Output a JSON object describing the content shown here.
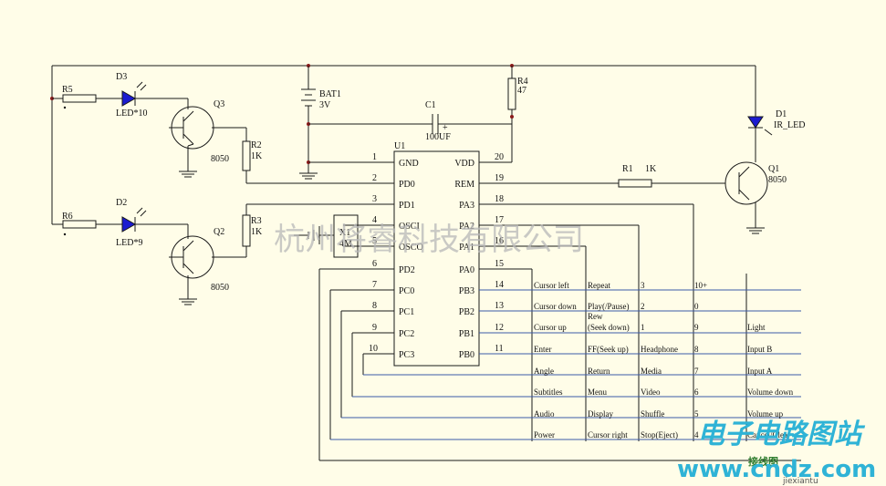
{
  "components": {
    "bat1": {
      "ref": "BAT1",
      "value": "3V"
    },
    "c1": {
      "ref": "C1",
      "value": "100UF",
      "plus": "+"
    },
    "r4": {
      "ref": "R4",
      "value": "47"
    },
    "r5": {
      "ref": "R5"
    },
    "r6": {
      "ref": "R6"
    },
    "d3": {
      "ref": "D3",
      "value": "LED*10"
    },
    "d2": {
      "ref": "D2",
      "value": "LED*9"
    },
    "q3": {
      "ref": "Q3",
      "value": "8050"
    },
    "q2": {
      "ref": "Q2",
      "value": "8050"
    },
    "r2": {
      "ref": "R2",
      "value": "1K"
    },
    "r3": {
      "ref": "R3",
      "value": "1K"
    },
    "u1": {
      "ref": "U1"
    },
    "x1": {
      "ref": "X1",
      "value": "4M"
    },
    "r1": {
      "ref": "R1",
      "value": "1K"
    },
    "d1": {
      "ref": "D1",
      "value": "IR_LED"
    },
    "q1": {
      "ref": "Q1",
      "value": "8050"
    }
  },
  "ic_left_pins": [
    {
      "num": "1",
      "name": "GND"
    },
    {
      "num": "2",
      "name": "PD0"
    },
    {
      "num": "3",
      "name": "PD1"
    },
    {
      "num": "4",
      "name": "OSCI"
    },
    {
      "num": "5",
      "name": "OSCO"
    },
    {
      "num": "6",
      "name": "PD2"
    },
    {
      "num": "7",
      "name": "PC0"
    },
    {
      "num": "8",
      "name": "PC1"
    },
    {
      "num": "9",
      "name": "PC2"
    },
    {
      "num": "10",
      "name": "PC3"
    }
  ],
  "ic_right_pins": [
    {
      "num": "20",
      "name": "VDD"
    },
    {
      "num": "19",
      "name": "REM"
    },
    {
      "num": "18",
      "name": "PA3"
    },
    {
      "num": "17",
      "name": "PA2"
    },
    {
      "num": "16",
      "name": "PA1"
    },
    {
      "num": "15",
      "name": "PA0"
    },
    {
      "num": "14",
      "name": "PB3"
    },
    {
      "num": "13",
      "name": "PB2"
    },
    {
      "num": "12",
      "name": "PB1"
    },
    {
      "num": "11",
      "name": "PB0"
    }
  ],
  "key_matrix": {
    "col1": [
      "Cursor left",
      "Cursor down",
      "Cursor up",
      "Enter",
      "Angle",
      "Subtitles",
      "Audio",
      "Power"
    ],
    "col2": [
      "Repeat",
      "Play(/Pause)",
      "Rew (Seek down)",
      "FF(Seek up)",
      "Return",
      "Menu",
      "Display",
      "Cursor right"
    ],
    "col3": [
      "3",
      "2",
      "1",
      "Headphone",
      "Media",
      "Video",
      "Shuffle",
      "Stop(Eject)"
    ],
    "col4": [
      "10+",
      "0",
      "9",
      "8",
      "7",
      "6",
      "5",
      "4"
    ],
    "col5": [
      "",
      "",
      "Light",
      "Input B",
      "Input A",
      "Volume down",
      "Volume up",
      "Cancel/Clear"
    ]
  },
  "watermark": "杭州将睿科技有限公司",
  "logo": {
    "chinese": "电子电路图站",
    "site_chinese": "接线图",
    "url": "www.cndz.com",
    "sub": "jiexiantu"
  }
}
